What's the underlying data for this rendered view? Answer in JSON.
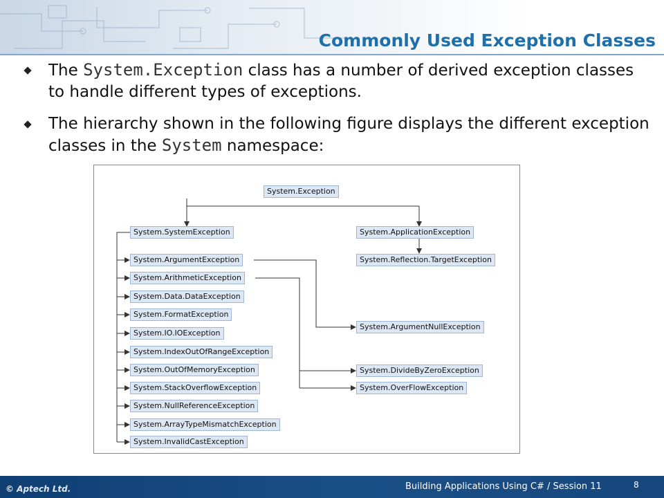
{
  "slide": {
    "title": "Commonly Used Exception Classes",
    "bullets": [
      {
        "pre": "The ",
        "code": "System.Exception",
        "post": " class has a number of derived exception classes to handle different types of exceptions."
      },
      {
        "pre": "The hierarchy shown in the following figure displays the different exception classes in the ",
        "code": "System",
        "post": " namespace:"
      }
    ]
  },
  "diagram": {
    "root": "System.Exception",
    "left_parent": "System.SystemException",
    "right_parent": "System.ApplicationException",
    "right_child": "System.Reflection.TargetException",
    "left_children": [
      "System.ArgumentException",
      "System.ArithmeticException",
      "System.Data.DataException",
      "System.FormatException",
      "System.IO.IOException",
      "System.IndexOutOfRangeException",
      "System.OutOfMemoryException",
      "System.StackOverflowException",
      "System.NullReferenceException",
      "System.ArrayTypeMismatchException",
      "System.InvalidCastException"
    ],
    "argument_child": "System.ArgumentNullException",
    "arithmetic_children": [
      "System.DivideByZeroException",
      "System.OverFlowException"
    ]
  },
  "footer": {
    "copyright": "© Aptech Ltd.",
    "session": "Building Applications Using C# / Session 11",
    "page": "8"
  },
  "colors": {
    "title": "#1f6fa8",
    "node_fill": "#dde7f3",
    "footer": "#1a4f86"
  }
}
